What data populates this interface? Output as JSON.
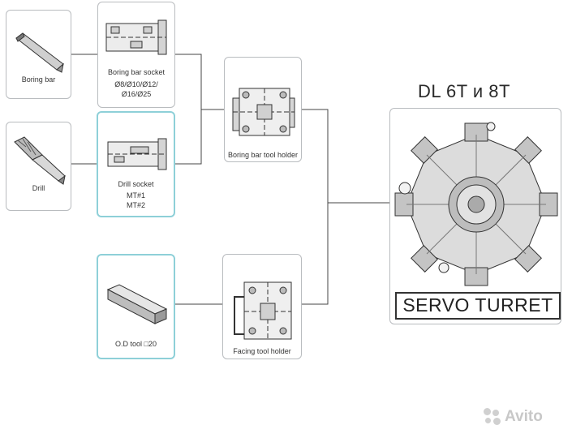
{
  "boxes": {
    "boring_bar": {
      "label": "Boring bar"
    },
    "drill": {
      "label": "Drill"
    },
    "od_tool": {
      "label": "O.D tool □20"
    },
    "boring_bar_socket": {
      "label": "Boring bar socket",
      "sizes_line1": "Ø8/Ø10/Ø12/",
      "sizes_line2": "Ø16/Ø25"
    },
    "drill_socket": {
      "label": "Drill socket",
      "mt1": "MT#1",
      "mt2": "MT#2"
    },
    "boring_bar_holder": {
      "label": "Boring bar tool holder"
    },
    "facing_holder": {
      "label": "Facing tool holder"
    }
  },
  "turret": {
    "title": "DL 6T и 8T",
    "caption": "SERVO TURRET"
  },
  "watermark": {
    "text": "Avito"
  },
  "colors": {
    "gray_border": "#b9bcbf",
    "blue_border": "#8ed0d8",
    "line": "#444444"
  }
}
